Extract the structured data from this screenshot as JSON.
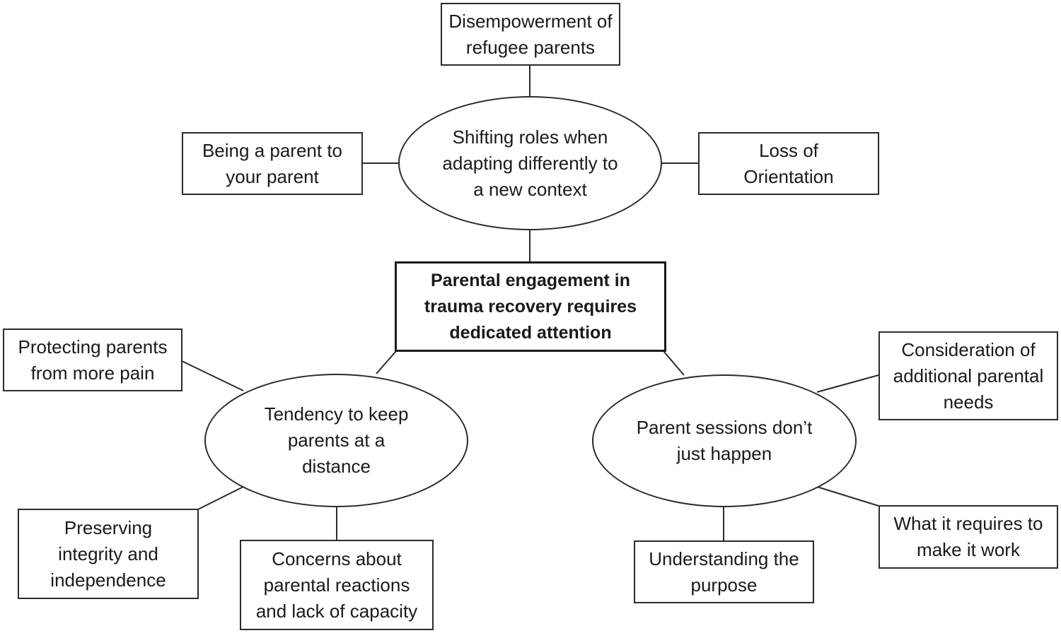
{
  "central": {
    "text": "Parental engagement in trauma recovery requires dedicated attention"
  },
  "themes": {
    "shifting_roles": "Shifting roles when adapting differently to a new context",
    "keep_distance": "Tendency to keep parents at a distance",
    "sessions": "Parent sessions don’t just happen"
  },
  "subthemes": {
    "disempowerment": "Disempowerment of refugee parents",
    "parent_to_parent": "Being a parent to your parent",
    "loss_orientation": "Loss of Orientation",
    "protecting": "Protecting parents from more pain",
    "preserving": "Preserving integrity and independence",
    "concerns": "Concerns about parental reactions and lack of capacity",
    "additional_needs": "Consideration of additional parental needs",
    "requires": "What it requires to make it work",
    "purpose": "Understanding the purpose"
  },
  "colors": {
    "line": "#2b2b2b",
    "text": "#1a1a1a",
    "background": "#ffffff"
  }
}
